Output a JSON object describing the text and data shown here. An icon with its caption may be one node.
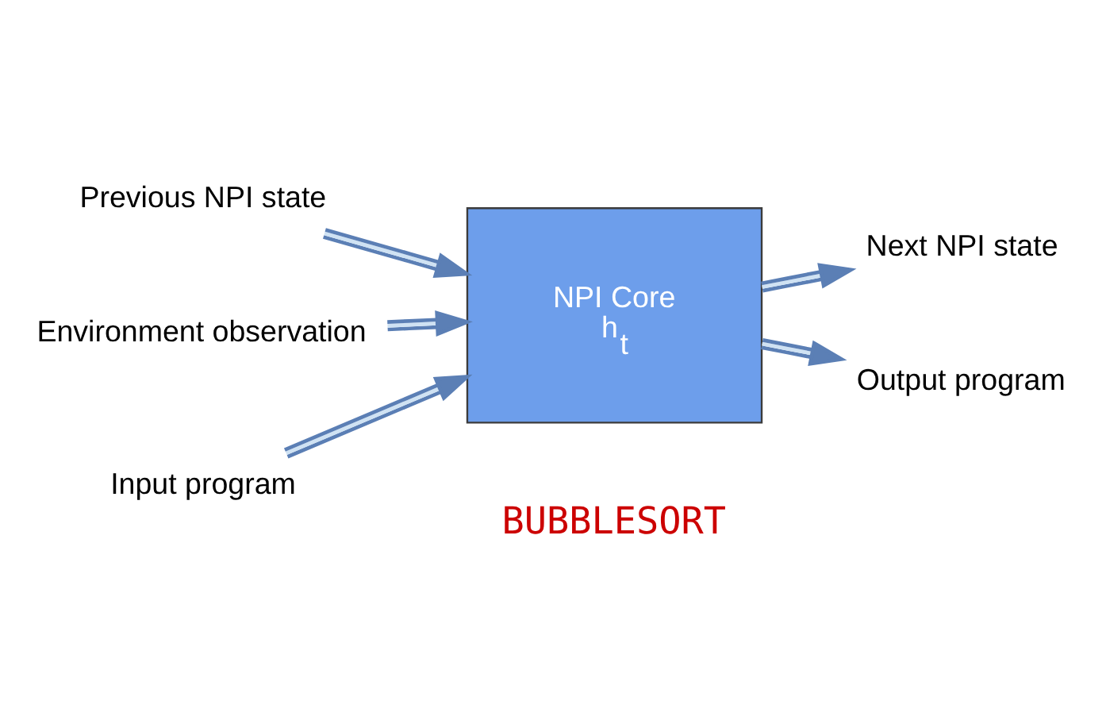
{
  "diagram": {
    "nodes": [
      {
        "text": [
          "NPI Core",
          "h$_{t}$"
        ]
      },
      {
        "text": [
          "Previous NPI state"
        ]
      },
      {
        "text": [
          "Next NPI state"
        ]
      },
      {
        "text": [
          "Output program"
        ]
      },
      {
        "text": [
          "Environment observation"
        ]
      },
      {
        "text": [
          "Input program"
        ]
      }
    ],
    "edges": [
      {
        "from": 1,
        "to": 0,
        "arrow": "to"
      },
      {
        "from": 0,
        "to": 2,
        "arrow": "to"
      },
      {
        "from": 0,
        "to": 3,
        "arrow": "to"
      },
      {
        "from": 4,
        "to": 0,
        "arrow": "to"
      },
      {
        "from": 5,
        "to": 0,
        "arrow": "to"
      }
    ],
    "labels": [
      "BUBBLESORT"
    ]
  }
}
